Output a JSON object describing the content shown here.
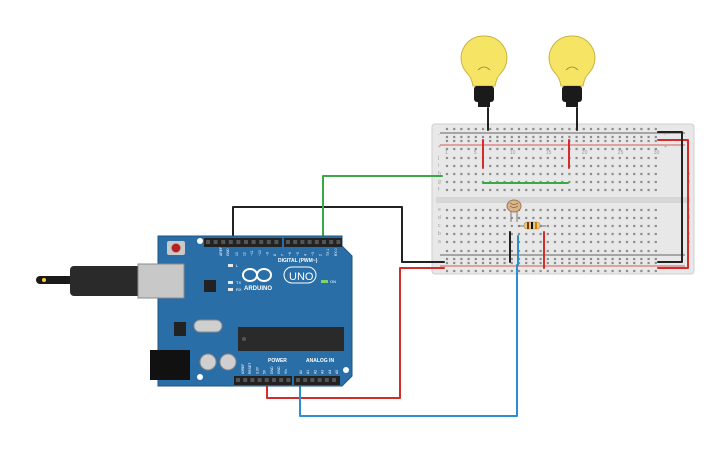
{
  "board": {
    "brand": "ARDUINO",
    "model": "UNO",
    "digital_header": "DIGITAL (PWM~)",
    "power_header": "POWER",
    "analog_header": "ANALOG IN",
    "on_label": "ON",
    "tx_label": "TX",
    "rx_label": "RX",
    "l_label": "L",
    "aref_label": "AREF",
    "gnd_label": "GND",
    "digital_pins": [
      "13",
      "12",
      "~11",
      "~10",
      "~9",
      "8",
      "7",
      "~6",
      "~5",
      "4",
      "~3",
      "2",
      "TX 1",
      "RX 0"
    ],
    "power_pins": [
      "IOREF",
      "RESET",
      "3.3V",
      "5V",
      "GND",
      "GND",
      "Vin"
    ],
    "analog_pins": [
      "A0",
      "A1",
      "A2",
      "A3",
      "A4",
      "A5"
    ]
  },
  "breadboard": {
    "row_letters_top": [
      "j",
      "i",
      "h",
      "g",
      "f"
    ],
    "row_letters_bottom": [
      "e",
      "d",
      "c",
      "b",
      "a"
    ],
    "rail_plus": "+",
    "rail_minus": "-",
    "column_numbers": [
      "1",
      "5",
      "10",
      "15",
      "20",
      "25",
      "30"
    ]
  },
  "colors": {
    "board": "#2a6ea8",
    "breadboard": "#e9e9e9",
    "wire_red": "#d42b2b",
    "wire_black": "#222222",
    "wire_green": "#3aa845",
    "wire_blue": "#2a8fd1",
    "bulb": "#f4e25c"
  }
}
